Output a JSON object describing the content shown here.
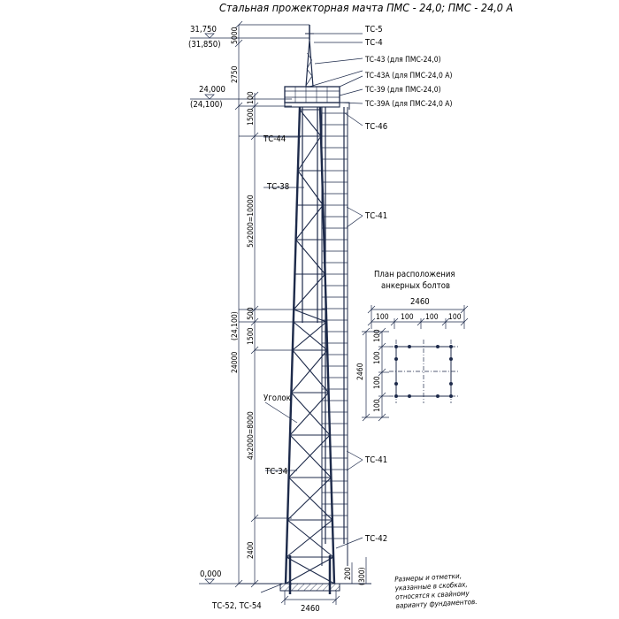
{
  "title": "Стальная прожекторная мачта ПМС - 24,0; ПМС - 24,0 А",
  "elevations": {
    "top": "31,750",
    "top_alt": "(31,850)",
    "platform": "24,000",
    "platform_alt": "(24,100)",
    "ground": "0,000"
  },
  "dimensions": {
    "top_5000": "5000",
    "top_2750": "2750",
    "platform_100": "100",
    "platform_1500": "1500",
    "upper_5x2000": "5x2000=10000",
    "mid_500": "500",
    "mid_1500": "1500",
    "total_24000": "24000",
    "total_alt": "(24,100)",
    "lower_4x2000": "4x2000=8000",
    "base_2400": "2400",
    "base_200": "200",
    "base_300": "(300)",
    "base_width": "2460"
  },
  "callouts": {
    "tc5": "ТС-5",
    "tc4": "ТС-4",
    "tc43": "ТС-43 (для ПМС-24,0)",
    "tc43a": "ТС-43А (для ПМС-24,0 А)",
    "tc39": "ТС-39 (для ПМС-24,0)",
    "tc39a": "ТС-39А (для ПМС-24,0 А)",
    "tc46": "ТС-46",
    "tc44": "ТС-44",
    "tc38": "ТС-38",
    "tc41_upper": "ТС-41",
    "angle": "Уголок",
    "tc34": "ТС-34",
    "tc41_lower": "ТС-41",
    "tc42": "ТС-42",
    "tc52_54": "ТС-52, ТС-54"
  },
  "plan": {
    "title_line1": "План расположения",
    "title_line2": "анкерных болтов",
    "width": "2460",
    "height": "2460",
    "off_100": "100"
  },
  "note": {
    "line1": "Размеры и отметки,",
    "line2": "указанные в скобках,",
    "line3": "относятся к свайному",
    "line4": "варианту фундаментов."
  }
}
